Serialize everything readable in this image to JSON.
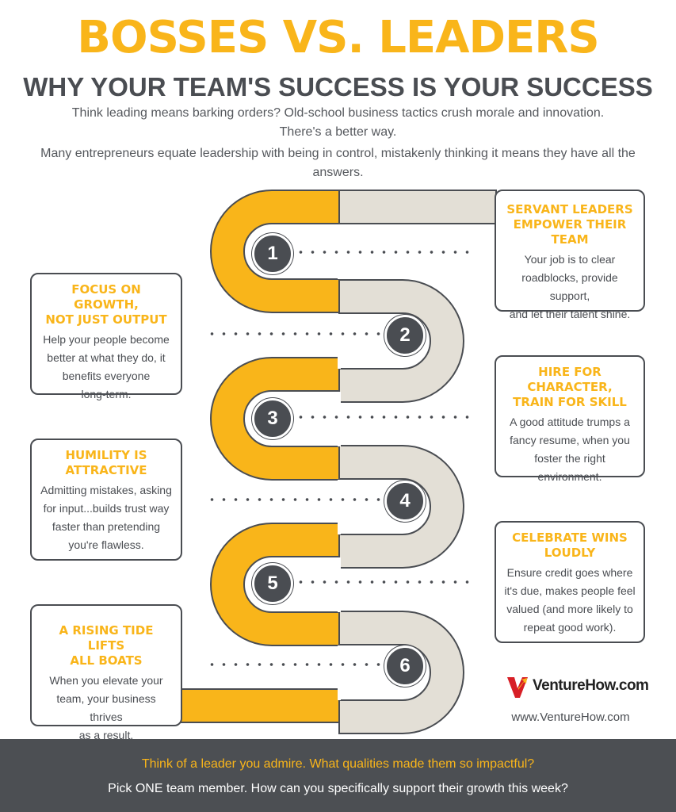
{
  "header": {
    "title": "BOSSES VS. LEADERS",
    "subtitle": "WHY YOUR TEAM'S SUCCESS IS YOUR SUCCESS",
    "intro_line1": "Think leading means barking orders? Old-school business tactics crush morale and innovation.",
    "intro_line2": "There's a better way.",
    "intro_line3": "Many entrepreneurs equate leadership with being in control, mistakenly thinking it means they have all the",
    "intro_line4": "answers."
  },
  "steps": [
    {
      "number": "1",
      "title_line1": "SERVANT LEADERS",
      "title_line2": "EMPOWER THEIR",
      "title_line3": "TEAM",
      "body": [
        "Your job is to clear",
        "roadblocks, provide support,",
        "and let their talent shine."
      ]
    },
    {
      "number": "2",
      "title_line1": "FOCUS ON GROWTH,",
      "title_line2": "NOT JUST OUTPUT",
      "body": [
        "Help your people become",
        "better at what they do, it",
        "benefits everyone",
        "long-term."
      ]
    },
    {
      "number": "3",
      "title_line1": "HIRE FOR CHARACTER,",
      "title_line2": "TRAIN FOR SKILL",
      "body": [
        "A good attitude trumps a",
        "fancy resume, when you",
        "foster the right",
        "environment."
      ]
    },
    {
      "number": "4",
      "title_line1": "HUMILITY IS",
      "title_line2": "ATTRACTIVE",
      "body": [
        "Admitting mistakes, asking",
        "for input...builds trust way",
        "faster than pretending",
        "you're flawless."
      ]
    },
    {
      "number": "5",
      "title_line1": "CELEBRATE WINS",
      "title_line2": "LOUDLY",
      "body": [
        "Ensure credit goes where",
        "it's due, makes people feel",
        "valued (and more likely to",
        "repeat good work)."
      ]
    },
    {
      "number": "6",
      "title_line1": "A RISING TIDE LIFTS",
      "title_line2": "ALL BOATS",
      "body": [
        "When you elevate your",
        "team, your business thrives",
        "as a result."
      ]
    }
  ],
  "brand": {
    "name": "VentureHow.com",
    "url": "www.VentureHow.com",
    "logo_icon": "venturehow-logo-icon"
  },
  "footer": {
    "question1": "Think of a leader you admire. What qualities made them so impactful?",
    "question2": "Pick ONE team member. How can you specifically support their growth this week?"
  },
  "colors": {
    "accent": "#f9b51a",
    "dark": "#4a4d52",
    "road_light": "#e3dfd6",
    "footer_bg": "#4c4f53",
    "logo_red": "#d71f26"
  }
}
